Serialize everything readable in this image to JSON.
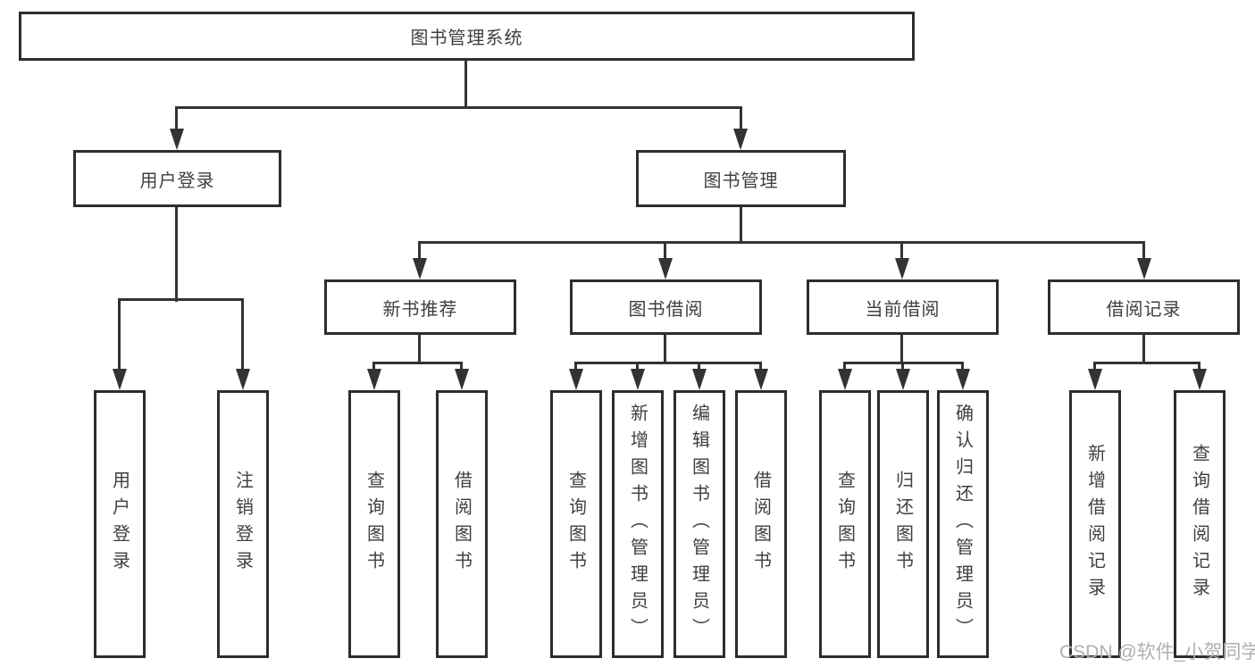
{
  "diagram_title": "图书管理系统",
  "nodes": {
    "root": "图书管理系统",
    "user_login": "用户登录",
    "book_mgmt": "图书管理",
    "new_book_recommend": "新书推荐",
    "book_borrow": "图书借阅",
    "current_borrow": "当前借阅",
    "borrow_records": "借阅记录",
    "leaf_user_login": "用户登录",
    "leaf_logout": "注销登录",
    "leaf_nb_query": "查询图书",
    "leaf_nb_borrow": "借阅图书",
    "leaf_bb_query": "查询图书",
    "leaf_bb_add": "新增图书（管理员）",
    "leaf_bb_edit": "编辑图书（管理员）",
    "leaf_bb_borrow": "借阅图书",
    "leaf_cb_query": "查询图书",
    "leaf_cb_return": "归还图书",
    "leaf_cb_confirm": "确认归还（管理员）",
    "leaf_br_add": "新增借阅记录",
    "leaf_br_query": "查询借阅记录"
  },
  "hierarchy": {
    "图书管理系统": [
      "用户登录",
      "图书管理"
    ],
    "用户登录": [
      "用户登录",
      "注销登录"
    ],
    "图书管理": [
      "新书推荐",
      "图书借阅",
      "当前借阅",
      "借阅记录"
    ],
    "新书推荐": [
      "查询图书",
      "借阅图书"
    ],
    "图书借阅": [
      "查询图书",
      "新增图书（管理员）",
      "编辑图书（管理员）",
      "借阅图书"
    ],
    "当前借阅": [
      "查询图书",
      "归还图书",
      "确认归还（管理员）"
    ],
    "借阅记录": [
      "新增借阅记录",
      "查询借阅记录"
    ]
  },
  "watermark": "CSDN @软件_小贺同学",
  "colors": {
    "line": "#333333",
    "box_border": "#2d2d2d",
    "text": "#3f3f3f",
    "watermark": "#b0b0b0",
    "background": "#ffffff"
  }
}
